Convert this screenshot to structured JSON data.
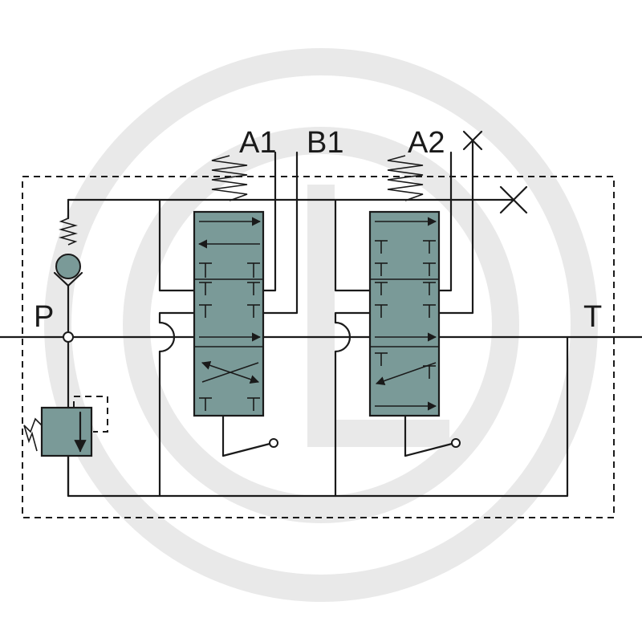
{
  "diagram": {
    "ports": {
      "pressure": "P",
      "tank": "T",
      "a1": "A1",
      "b1": "B1",
      "a2": "A2"
    },
    "colors": {
      "valve_body": "#7a9a98",
      "line": "#1a1a1a",
      "watermark": "#e9e9e9"
    },
    "watermark_icon": "logo-watermark"
  }
}
